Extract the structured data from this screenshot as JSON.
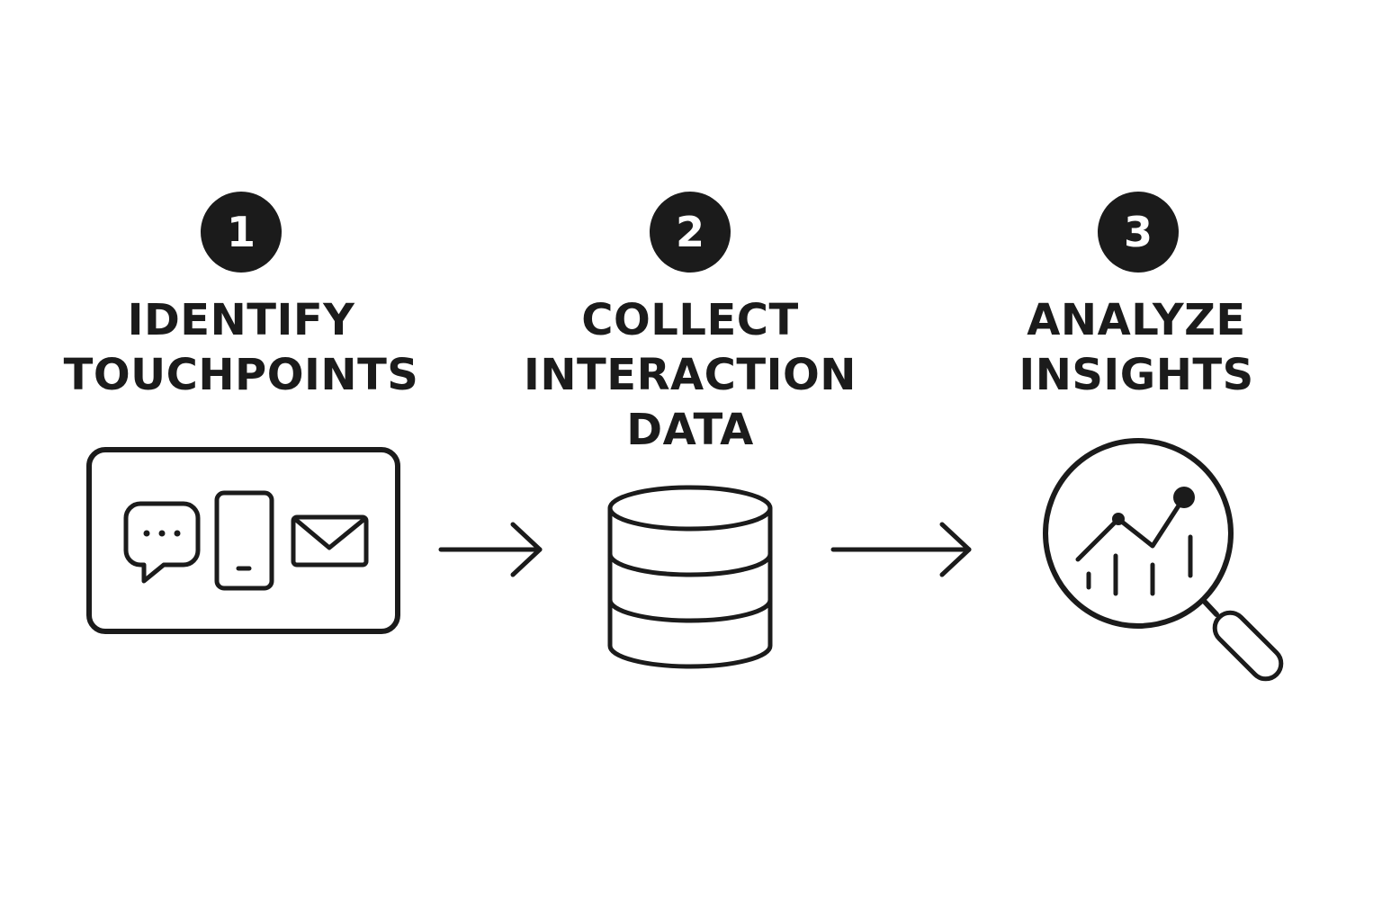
{
  "steps": [
    {
      "number": "1",
      "title_lines": [
        "IDENTIFY",
        "TOUCHPOINTS"
      ],
      "icon": "touchpoints-panel-icon",
      "sub_icons": [
        "chat-bubble-icon",
        "smartphone-icon",
        "envelope-icon"
      ]
    },
    {
      "number": "2",
      "title_lines": [
        "COLLECT",
        "INTERACTION",
        "DATA"
      ],
      "icon": "database-icon"
    },
    {
      "number": "3",
      "title_lines": [
        "ANALYZE",
        "INSIGHTS"
      ],
      "icon": "magnifier-chart-icon"
    }
  ],
  "connectors": [
    "arrow-right-icon",
    "arrow-right-icon"
  ],
  "colors": {
    "ink": "#1b1b1b",
    "background": "#ffffff"
  }
}
